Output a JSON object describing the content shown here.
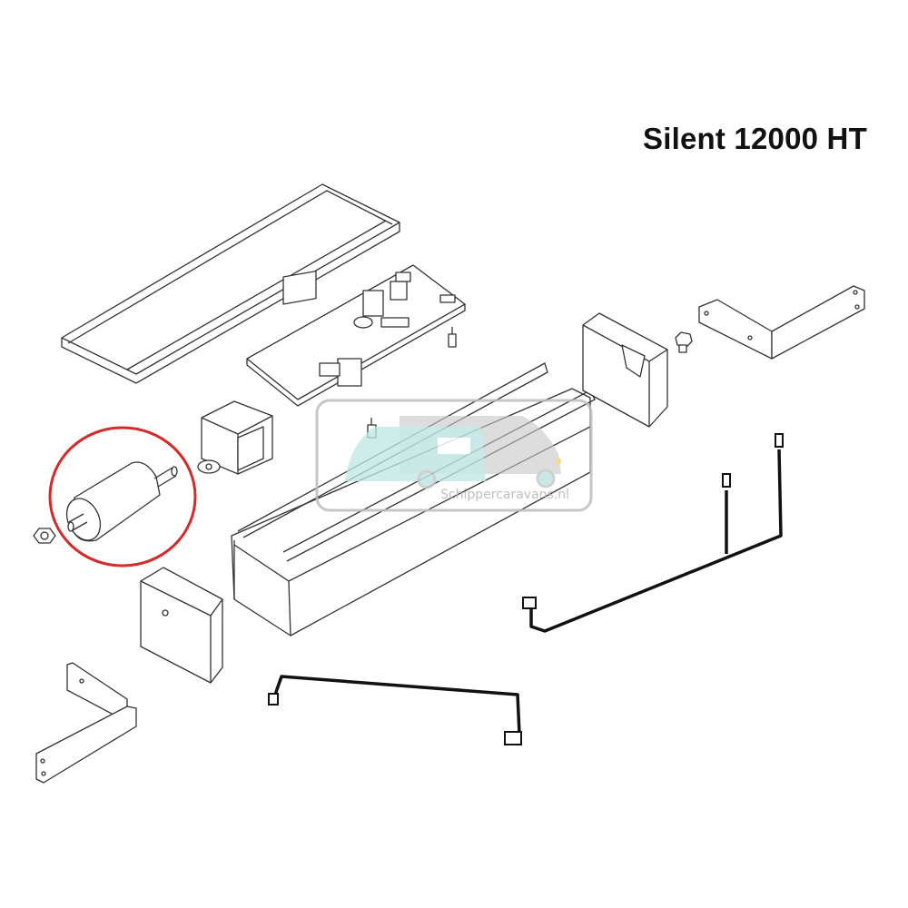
{
  "title": "Silent 12000 HT",
  "watermark": {
    "text": "Schippercaravans.nl",
    "caravan_color": "#bfe6e2",
    "van_color": "#c8c8c8"
  },
  "highlight": {
    "part": "motor",
    "color": "#d42a2a"
  }
}
